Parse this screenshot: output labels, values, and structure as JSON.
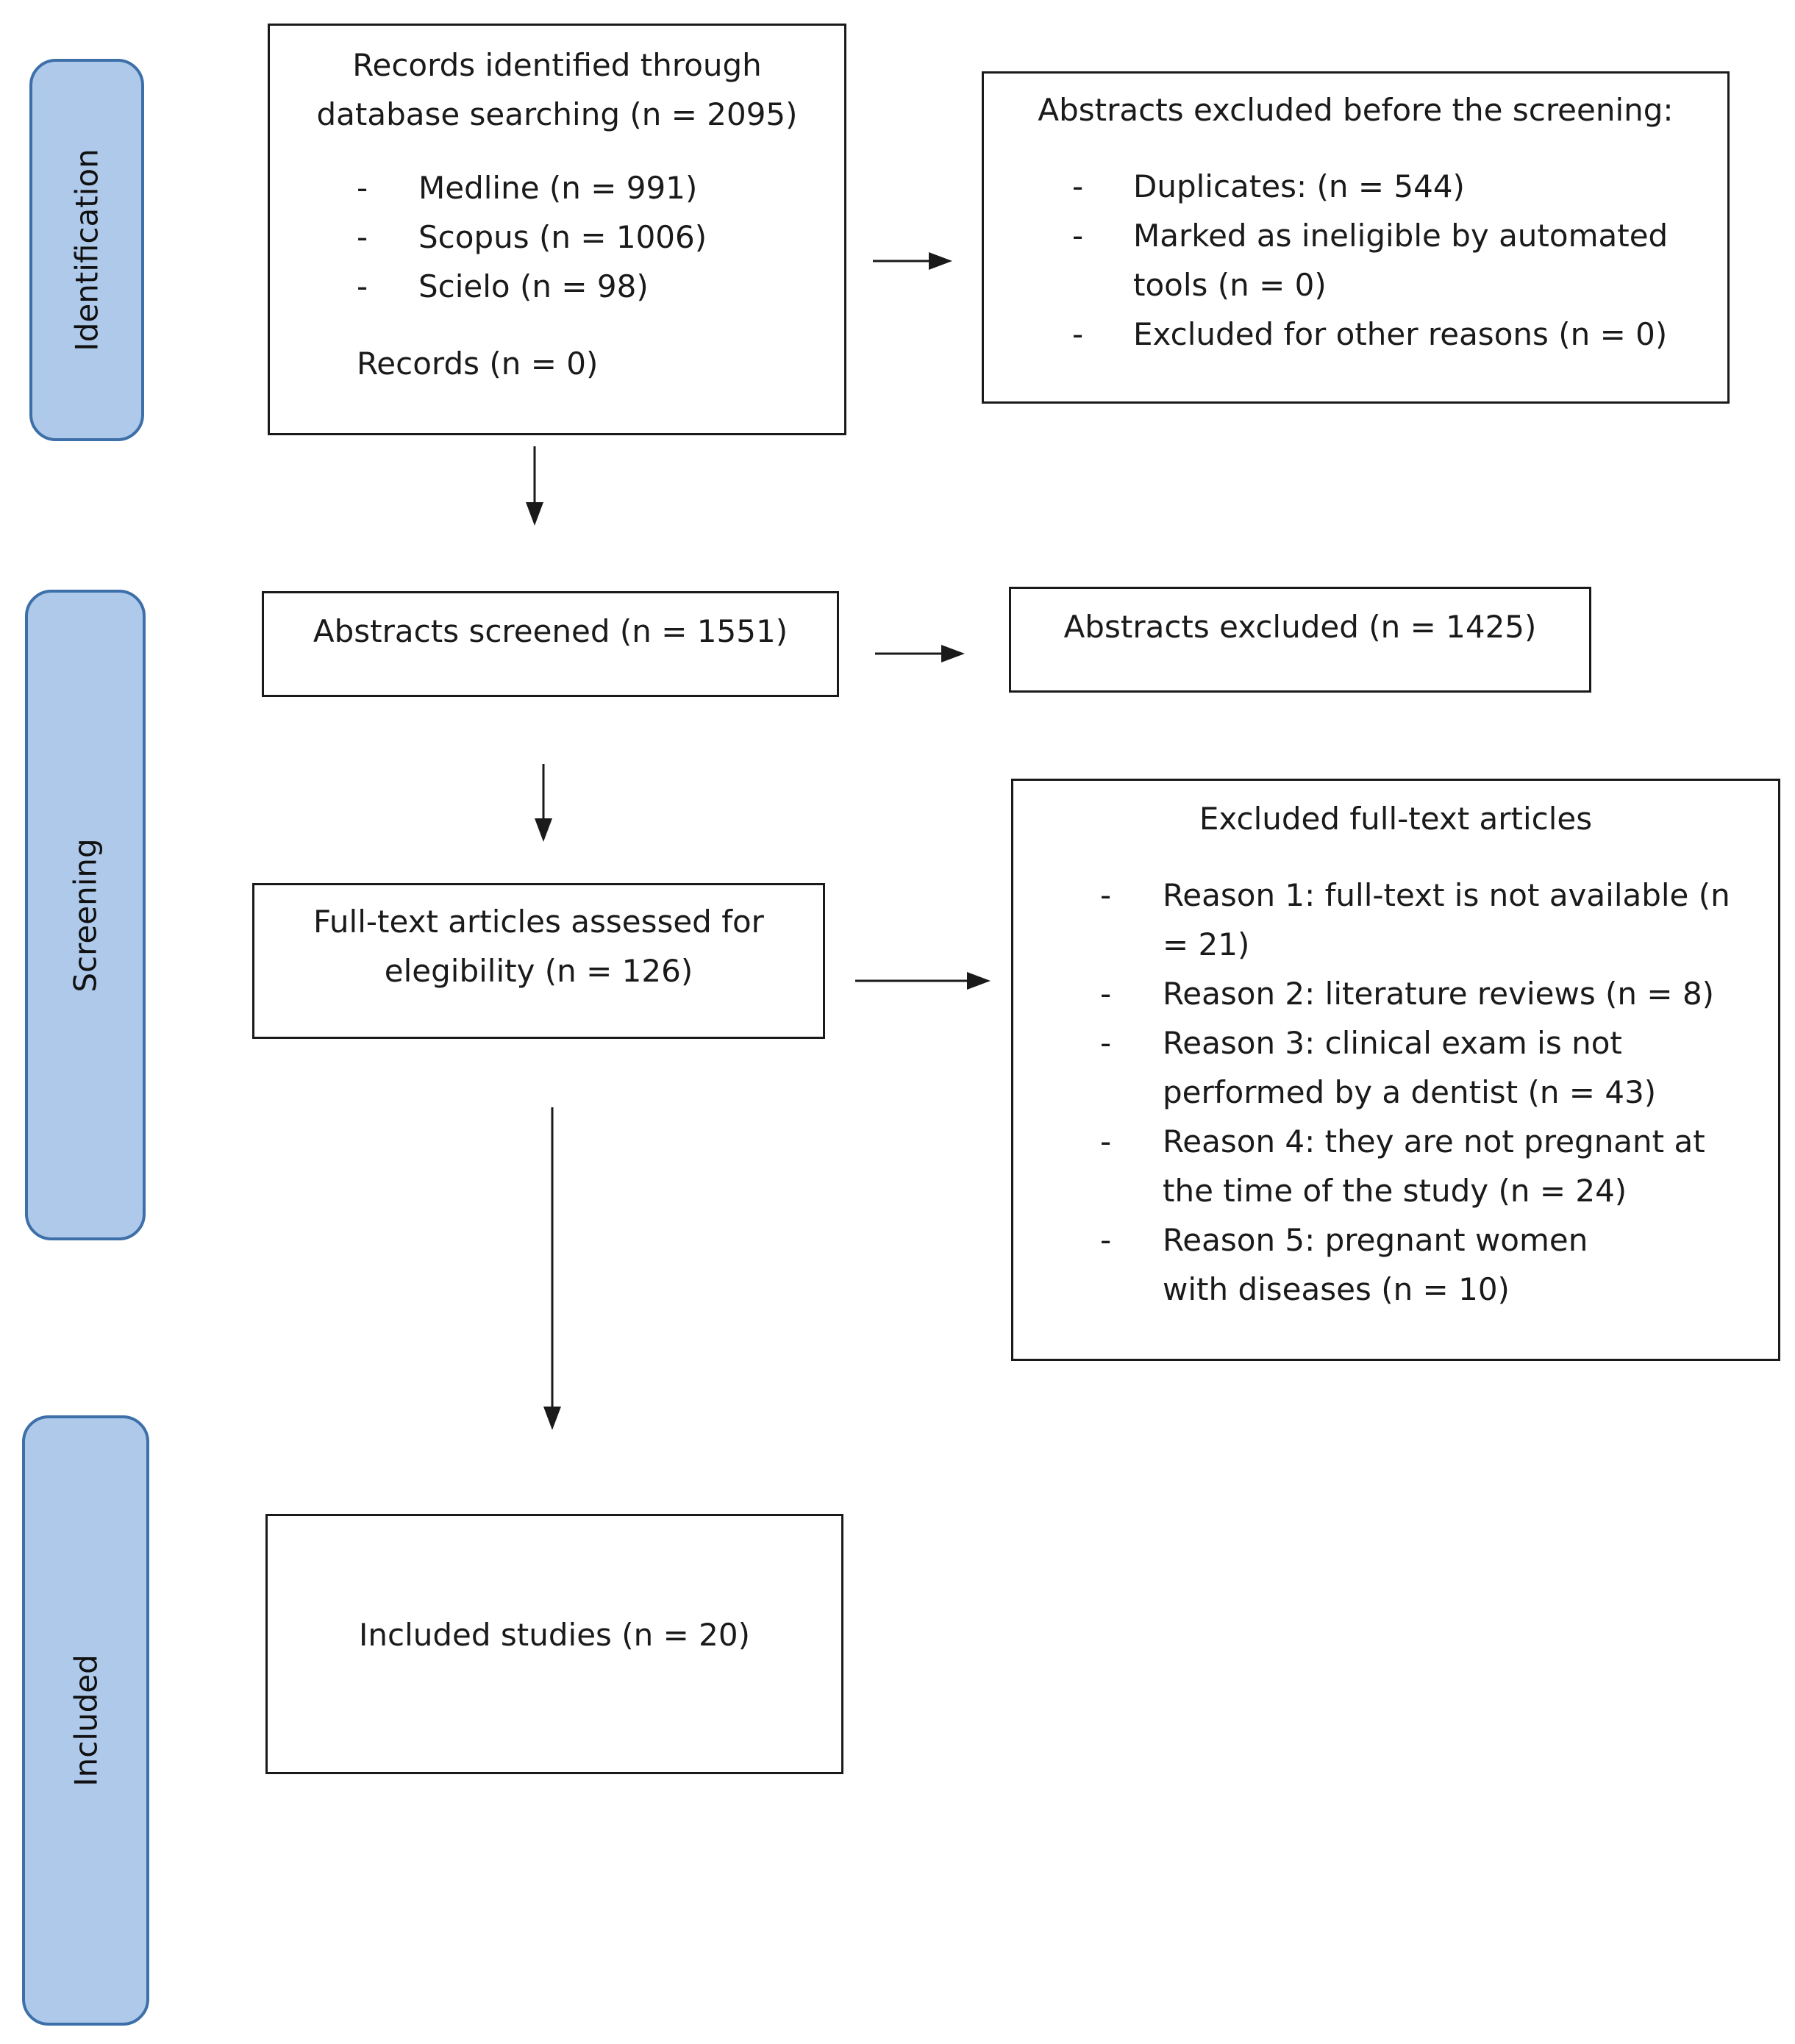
{
  "phases": {
    "identification": "Identification",
    "screening": "Screening",
    "included": "Included"
  },
  "records_box": {
    "title_line1": "Records identified through",
    "title_line2": "database searching (n = 2095)",
    "items": [
      "Medline (n = 991)",
      "Scopus (n = 1006)",
      "Scielo (n = 98)"
    ],
    "footer": "Records (n = 0)"
  },
  "excluded_before_box": {
    "title": "Abstracts excluded before the screening:",
    "items": [
      "Duplicates: (n = 544)",
      "Marked as ineligible by automated tools (n = 0)",
      "Excluded for other reasons (n = 0)"
    ]
  },
  "screened_box": {
    "text": "Abstracts screened (n = 1551)"
  },
  "abstracts_excluded_box": {
    "text": "Abstracts excluded (n = 1425)"
  },
  "fulltext_box": {
    "line1": "Full-text articles assessed for",
    "line2": "elegibility (n = 126)"
  },
  "excluded_fulltext_box": {
    "title": "Excluded full-text articles",
    "items": [
      "Reason 1: full-text is not available (n = 21)",
      "Reason 2: literature reviews (n = 8)",
      "Reason 3: clinical exam is not performed by a dentist (n = 43)",
      "Reason 4: they are not pregnant at the time of the study (n = 24)",
      "Reason 5: pregnant women with diseases (n = 10)"
    ]
  },
  "included_box": {
    "text": "Included studies (n = 20)"
  },
  "list_marker": "-"
}
